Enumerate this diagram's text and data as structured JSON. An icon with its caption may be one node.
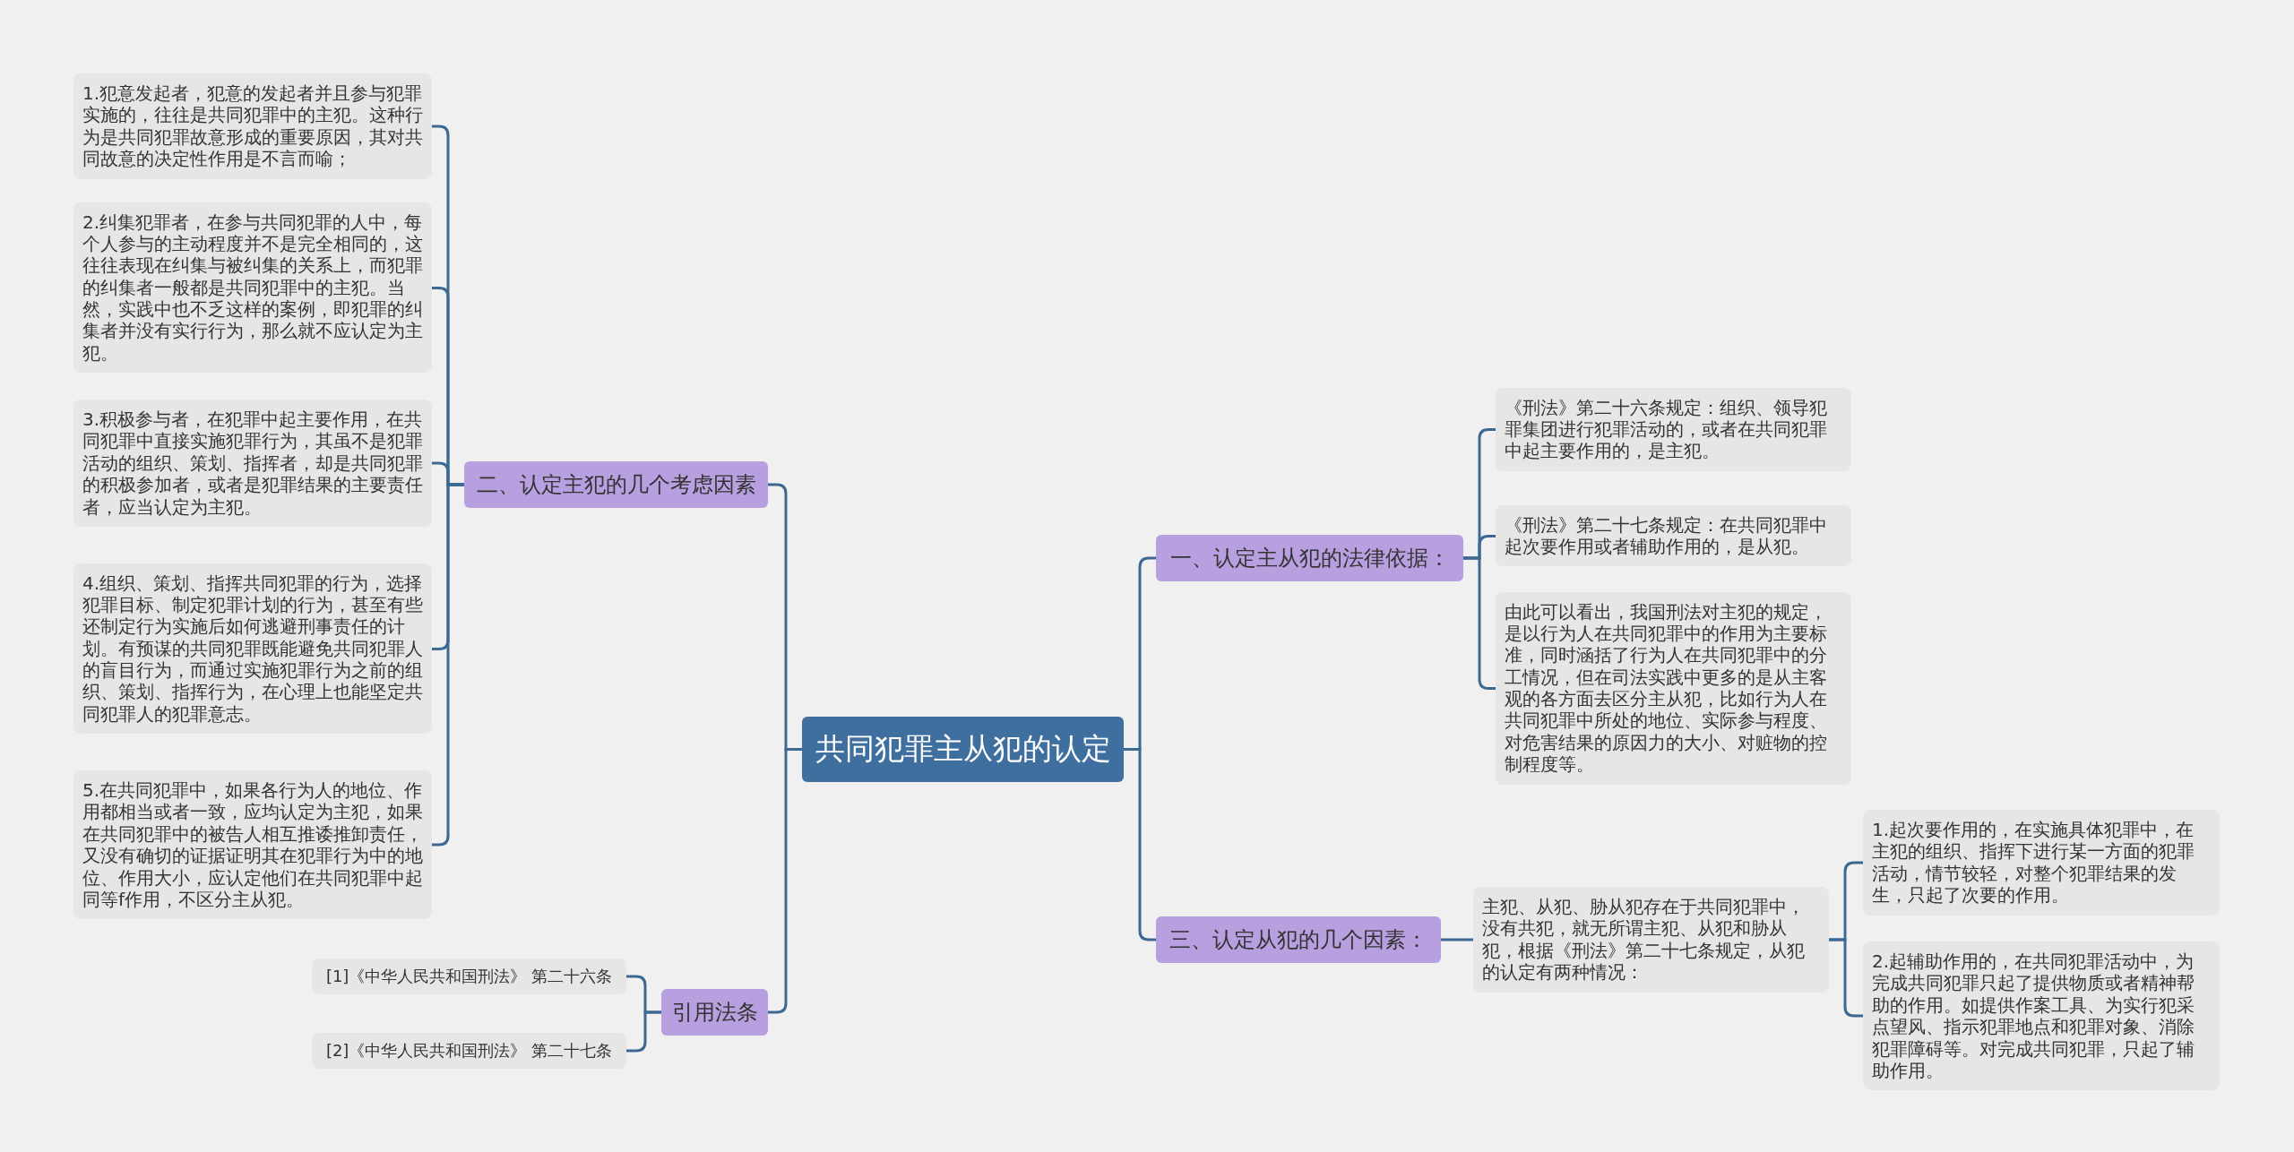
{
  "diagram": {
    "nodes": [
      {
        "text": [
          "共同犯罪主从犯的认定"
        ]
      },
      {
        "text": [
          "一、认定主从犯的法律依据："
        ]
      },
      {
        "text": [
          "《刑法》第二十六条规定：组织、领导犯罪集团进行犯罪活动的，或者在共同犯罪中起主要作用的，是主犯。"
        ]
      },
      {
        "text": [
          "《刑法》第二十七条规定：在共同犯罪中起次要作用或者辅助作用的，是从犯。"
        ]
      },
      {
        "text": [
          "由此可以看出，我国刑法对主犯的规定，是以行为人在共同犯罪中的作用为主要标准，同时涵括了行为人在共同犯罪中的分工情况，但在司法实践中更多的是从主客观的各方面去区分主从犯，比如行为人在共同犯罪中所处的地位、实际参与程度、对危害结果的原因力的大小、对赃物的控制程度等。"
        ]
      },
      {
        "text": [
          "三、认定从犯的几个因素："
        ]
      },
      {
        "text": [
          "主犯、从犯、胁从犯存在于共同犯罪中，没有共犯，就无所谓主犯、从犯和胁从犯，根据《刑法》第二十七条规定，从犯的认定有两种情况："
        ]
      },
      {
        "text": [
          "1.起次要作用的，在实施具体犯罪中，在主犯的组织、指挥下进行某一方面的犯罪活动，情节较轻，对整个犯罪结果的发生，只起了次要的作用。"
        ]
      },
      {
        "text": [
          "2.起辅助作用的，在共同犯罪活动中，为完成共同犯罪只起了提供物质或者精神帮助的作用。如提供作案工具、为实行犯采点望风、指示犯罪地点和犯罪对象、消除犯罪障碍等。对完成共同犯罪，只起了辅助作用。"
        ]
      },
      {
        "text": [
          "二、认定主犯的几个考虑因素"
        ]
      },
      {
        "text": [
          "1.犯意发起者，犯意的发起者并且参与犯罪实施的，往往是共同犯罪中的主犯。这种行为是共同犯罪故意形成的重要原因，其对共同故意的决定性作用是不言而喻；"
        ]
      },
      {
        "text": [
          "2.纠集犯罪者，在参与共同犯罪的人中，每个人参与的主动程度并不是完全相同的，这往往表现在纠集与被纠集的关系上，而犯罪的纠集者一般都是共同犯罪中的主犯。当然，实践中也不乏这样的案例，即犯罪的纠集者并没有实行行为，那么就不应认定为主犯。"
        ]
      },
      {
        "text": [
          "3.积极参与者，在犯罪中起主要作用，在共同犯罪中直接实施犯罪行为，其虽不是犯罪活动的组织、策划、指挥者，却是共同犯罪的积极参加者，或者是犯罪结果的主要责任者，应当认定为主犯。"
        ]
      },
      {
        "text": [
          "4.组织、策划、指挥共同犯罪的行为，选择犯罪目标、制定犯罪计划的行为，甚至有些还制定行为实施后如何逃避刑事责任的计划。有预谋的共同犯罪既能避免共同犯罪人的盲目行为，而通过实施犯罪行为之前的组织、策划、指挥行为，在心理上也能坚定共同犯罪人的犯罪意志。"
        ]
      },
      {
        "text": [
          "5.在共同犯罪中，如果各行为人的地位、作用都相当或者一致，应均认定为主犯，如果在共同犯罪中的被告人相互推诿推卸责任，又没有确切的证据证明其在犯罪行为中的地位、作用大小，应认定他们在共同犯罪中起同等f作用，不区分主从犯。"
        ]
      },
      {
        "text": [
          "引用法条"
        ]
      },
      {
        "text": [
          "[1]《中华人民共和国刑法》 第二十六条"
        ]
      },
      {
        "text": [
          "[2]《中华人民共和国刑法》 第二十七条"
        ]
      }
    ],
    "edges": [
      {
        "from": 0,
        "to": 1,
        "arrow": "none"
      },
      {
        "from": 1,
        "to": 2,
        "arrow": "none"
      },
      {
        "from": 1,
        "to": 3,
        "arrow": "none"
      },
      {
        "from": 1,
        "to": 4,
        "arrow": "none"
      },
      {
        "from": 0,
        "to": 5,
        "arrow": "none"
      },
      {
        "from": 5,
        "to": 6,
        "arrow": "none"
      },
      {
        "from": 6,
        "to": 7,
        "arrow": "none"
      },
      {
        "from": 6,
        "to": 8,
        "arrow": "none"
      },
      {
        "from": 0,
        "to": 9,
        "arrow": "none"
      },
      {
        "from": 9,
        "to": 10,
        "arrow": "none"
      },
      {
        "from": 9,
        "to": 11,
        "arrow": "none"
      },
      {
        "from": 9,
        "to": 12,
        "arrow": "none"
      },
      {
        "from": 9,
        "to": 13,
        "arrow": "none"
      },
      {
        "from": 9,
        "to": 14,
        "arrow": "none"
      },
      {
        "from": 0,
        "to": 15,
        "arrow": "none"
      },
      {
        "from": 15,
        "to": 16,
        "arrow": "none"
      },
      {
        "from": 15,
        "to": 17,
        "arrow": "none"
      }
    ]
  }
}
